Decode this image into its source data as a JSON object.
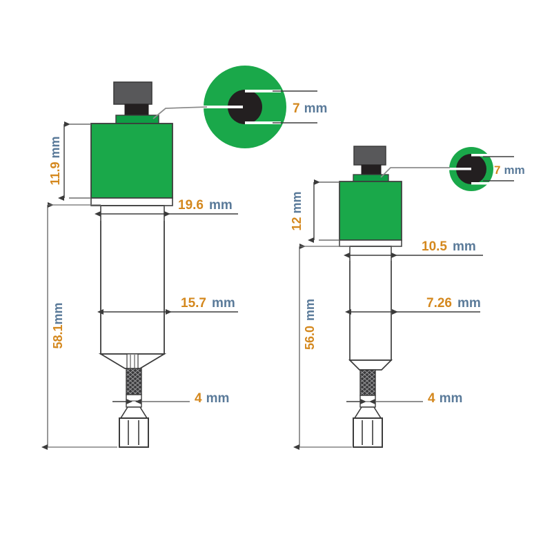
{
  "figure": {
    "kind": "technical-dimension-drawing",
    "description": "Two dispenser/applicator assemblies shown in side elevation with dimension callouts in millimetres",
    "background_color": "#ffffff"
  },
  "colors": {
    "body_green": "#1aa84a",
    "collar_green": "#0f9d45",
    "cap_gray": "#58585a",
    "neck_black": "#231f20",
    "outline": "#3b3b3b",
    "dim_line": "#6b6b6b",
    "number_text": "#d4881e",
    "unit_text": "#5a7a99",
    "barrel_fill": "#ffffff",
    "knurl_dark": "#3a3a3c"
  },
  "devices": [
    {
      "id": "device-left",
      "name": "large-dispenser",
      "dimensions": {
        "body_height": {
          "value": "11.9",
          "unit": "mm",
          "label": "11.9 mm",
          "orientation": "vertical",
          "target": "green-body-height"
        },
        "barrel_diameter_top": {
          "value": "19.6",
          "unit": "mm",
          "label": "19.6  mm",
          "orientation": "horizontal",
          "target": "barrel-upper-width"
        },
        "barrel_diameter_mid": {
          "value": "15.7",
          "unit": "mm",
          "label": "15.7  mm",
          "orientation": "horizontal",
          "target": "barrel-mid-width"
        },
        "tip_diameter": {
          "value": "4",
          "unit": "mm",
          "label": "4 mm",
          "orientation": "horizontal",
          "target": "tip-width"
        },
        "overall_length": {
          "value": "58.1",
          "unit": "mm",
          "label": "58.1mm",
          "orientation": "vertical",
          "target": "overall-height"
        },
        "bore_diameter": {
          "value": "7",
          "unit": "mm",
          "label": "7 mm",
          "orientation": "horizontal",
          "target": "detail-circle-bore"
        }
      }
    },
    {
      "id": "device-right",
      "name": "small-dispenser",
      "dimensions": {
        "body_height": {
          "value": "12",
          "unit": "mm",
          "label": "12 mm",
          "orientation": "vertical",
          "target": "green-body-height"
        },
        "barrel_diameter_top": {
          "value": "10.5",
          "unit": "mm",
          "label": "10.5  mm",
          "orientation": "horizontal",
          "target": "barrel-upper-width"
        },
        "barrel_diameter_mid": {
          "value": "7.26",
          "unit": "mm",
          "label": "7.26  mm",
          "orientation": "horizontal",
          "target": "barrel-mid-width"
        },
        "tip_diameter": {
          "value": "4",
          "unit": "mm",
          "label": "4 mm",
          "orientation": "horizontal",
          "target": "tip-width"
        },
        "overall_length": {
          "value": "56.0",
          "unit": "mm",
          "label": "56.0  mm",
          "orientation": "vertical",
          "target": "overall-height"
        },
        "bore_diameter": {
          "value": "7",
          "unit": "mm",
          "label": "7 mm",
          "orientation": "horizontal",
          "target": "detail-circle-bore"
        }
      }
    }
  ],
  "labels": {
    "left_body_height": "11.9 mm",
    "left_barrel_top": "19.6  mm",
    "left_barrel_mid": "15.7  mm",
    "left_tip": "4 mm",
    "left_overall": "58.1mm",
    "left_bore": "7 mm",
    "right_body_height": "12 mm",
    "right_barrel_top": "10.5  mm",
    "right_barrel_mid": "7.26  mm",
    "right_tip": "4 mm",
    "right_overall": "56.0  mm",
    "right_bore": "7 mm"
  },
  "label_parts": {
    "left_body_height": {
      "num": "11.9",
      "unit": "mm"
    },
    "left_barrel_top": {
      "num": "19.6",
      "unit": "mm"
    },
    "left_barrel_mid": {
      "num": "15.7",
      "unit": "mm"
    },
    "left_tip": {
      "num": "4",
      "unit": "mm"
    },
    "left_overall": {
      "num": "58.1",
      "unit": "mm"
    },
    "left_bore": {
      "num": "7",
      "unit": "mm"
    },
    "right_body_height": {
      "num": "12",
      "unit": "mm"
    },
    "right_barrel_top": {
      "num": "10.5",
      "unit": "mm"
    },
    "right_barrel_mid": {
      "num": "7.26",
      "unit": "mm"
    },
    "right_tip": {
      "num": "4",
      "unit": "mm"
    },
    "right_overall": {
      "num": "56.0",
      "unit": "mm"
    },
    "right_bore": {
      "num": "7",
      "unit": "mm"
    }
  }
}
